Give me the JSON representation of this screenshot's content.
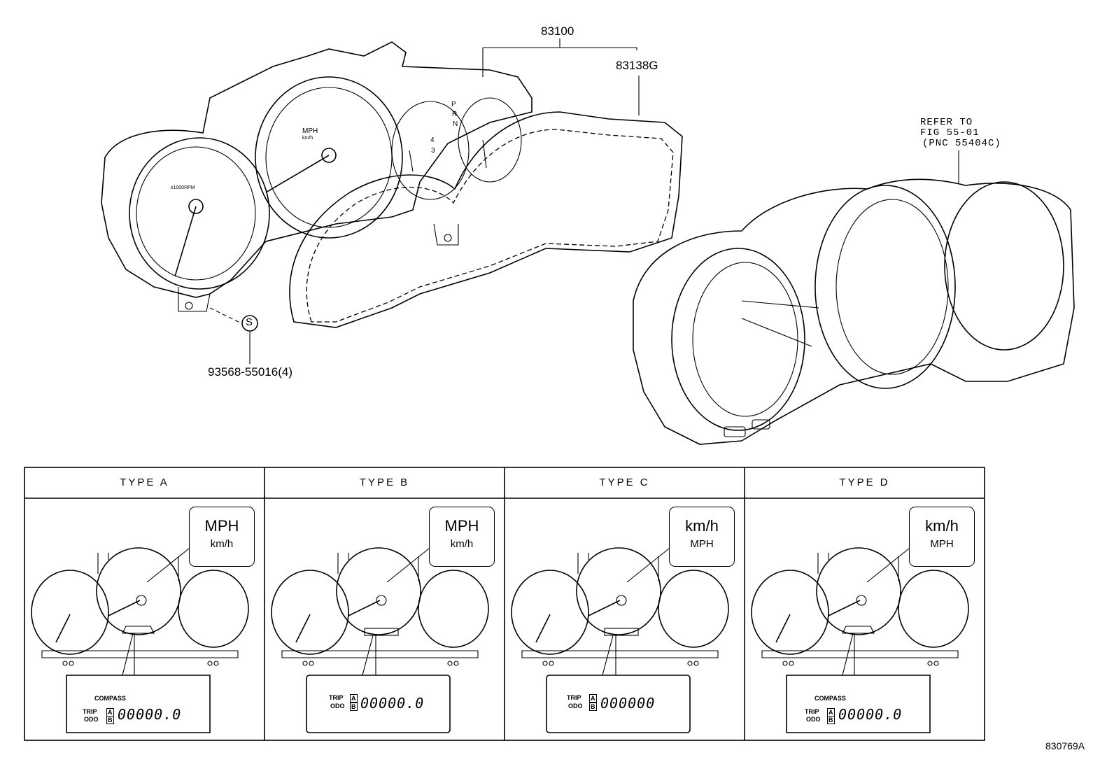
{
  "diagram": {
    "part_assembly": "83100",
    "part_cover": "83138G",
    "part_screw": "93568-55016(4)",
    "screw_symbol": "S",
    "refer_line1": "REFER TO",
    "refer_line2": "FIG 55-01",
    "refer_line3": "(PNC 55404C)",
    "figure_id": "830769A",
    "gauge_tach_label": "x1000RPM",
    "gauge_speed_label1": "MPH",
    "gauge_speed_label2": "km/h",
    "gear_letters": [
      "P",
      "R",
      "N"
    ],
    "gear_numbers": [
      "4",
      "3"
    ]
  },
  "types": [
    {
      "header": "TYPE  A",
      "unit_primary": "MPH",
      "unit_secondary": "km/h",
      "has_compass": true
    },
    {
      "header": "TYPE  B",
      "unit_primary": "MPH",
      "unit_secondary": "km/h",
      "has_compass": false
    },
    {
      "header": "TYPE  C",
      "unit_primary": "km/h",
      "unit_secondary": "MPH",
      "has_compass": false
    },
    {
      "header": "TYPE  D",
      "unit_primary": "km/h",
      "unit_secondary": "MPH",
      "has_compass": true
    }
  ],
  "lcd": {
    "compass": "COMPASS",
    "trip": "TRIP",
    "odo": "ODO",
    "a": "A",
    "b": "B",
    "digits": "00000.0",
    "digits_long": "000000"
  }
}
